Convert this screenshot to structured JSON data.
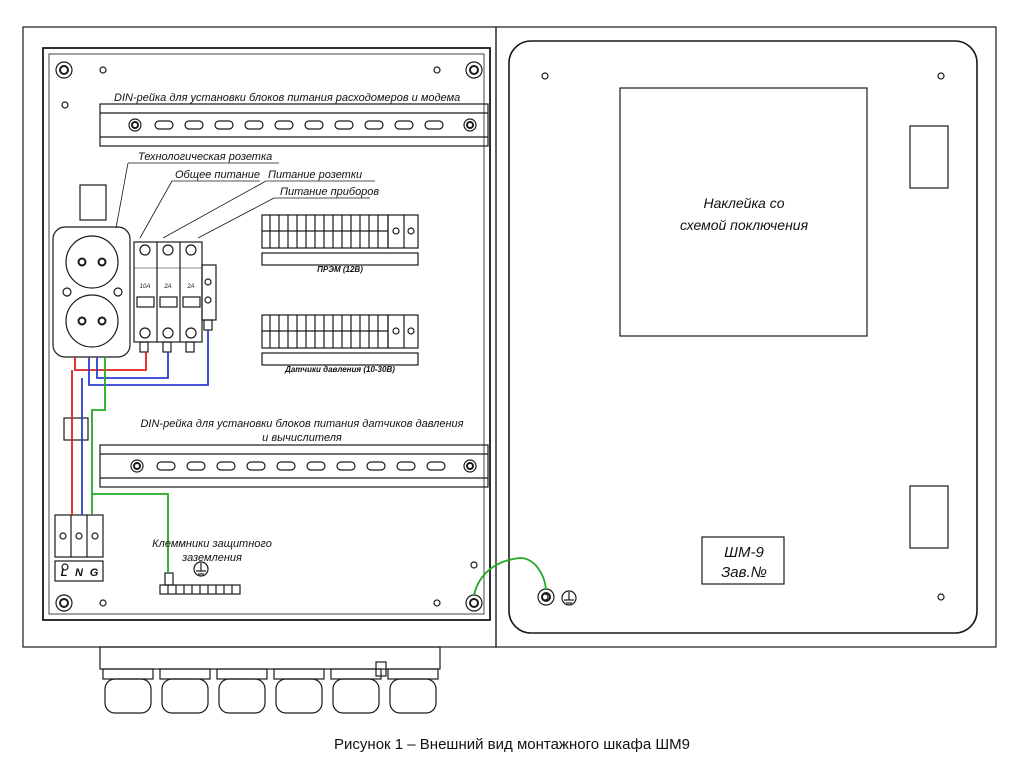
{
  "labels": {
    "din_top": "DIN-рейка для установки блоков питания расходомеров и модема",
    "socket": "Технологическая розетка",
    "main_power": "Общее питание",
    "socket_power": "Питание розетки",
    "devices_power": "Питание приборов",
    "prem": "ПРЭМ (12В)",
    "sensors": "Датчики давления (10-30В)",
    "din_bottom_1": "DIN-рейка для установки блоков питания датчиков давления",
    "din_bottom_2": "и вычислителя",
    "ground_1": "Клеммники защитного",
    "ground_2": "заземления",
    "terminal_l": "L",
    "terminal_n": "N",
    "terminal_g": "G",
    "sticker_1": "Наклейка со",
    "sticker_2": "схемой поключения",
    "plate_1": "ШМ-9",
    "plate_2": "Зав.№",
    "breaker_amp_1": "10A",
    "breaker_amp_2": "2A",
    "breaker_amp_3": "2A"
  },
  "caption": "Рисунок 1 – Внешний вид монтажного шкафа ШМ9",
  "colors": {
    "line": "#1a1a1a",
    "red": "#e02020",
    "blue": "#2a3fd0",
    "green": "#22aa22"
  }
}
